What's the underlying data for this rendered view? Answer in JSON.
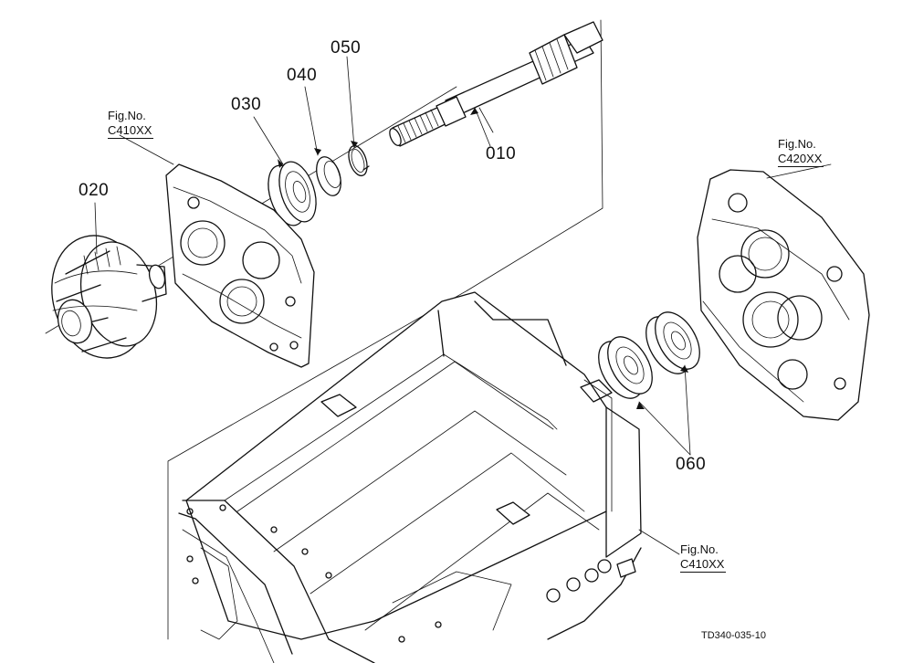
{
  "parts": [
    {
      "id": "010",
      "label": "010"
    },
    {
      "id": "020",
      "label": "020"
    },
    {
      "id": "030",
      "label": "030"
    },
    {
      "id": "040",
      "label": "040"
    },
    {
      "id": "050",
      "label": "050"
    },
    {
      "id": "060",
      "label": "060"
    }
  ],
  "figure_refs": [
    {
      "prefix": "Fig.No.",
      "code": "C410XX"
    },
    {
      "prefix": "Fig.No.",
      "code": "C420XX"
    },
    {
      "prefix": "Fig.No.",
      "code": "C410XX"
    }
  ],
  "drawing_code": "TD340-035-10"
}
